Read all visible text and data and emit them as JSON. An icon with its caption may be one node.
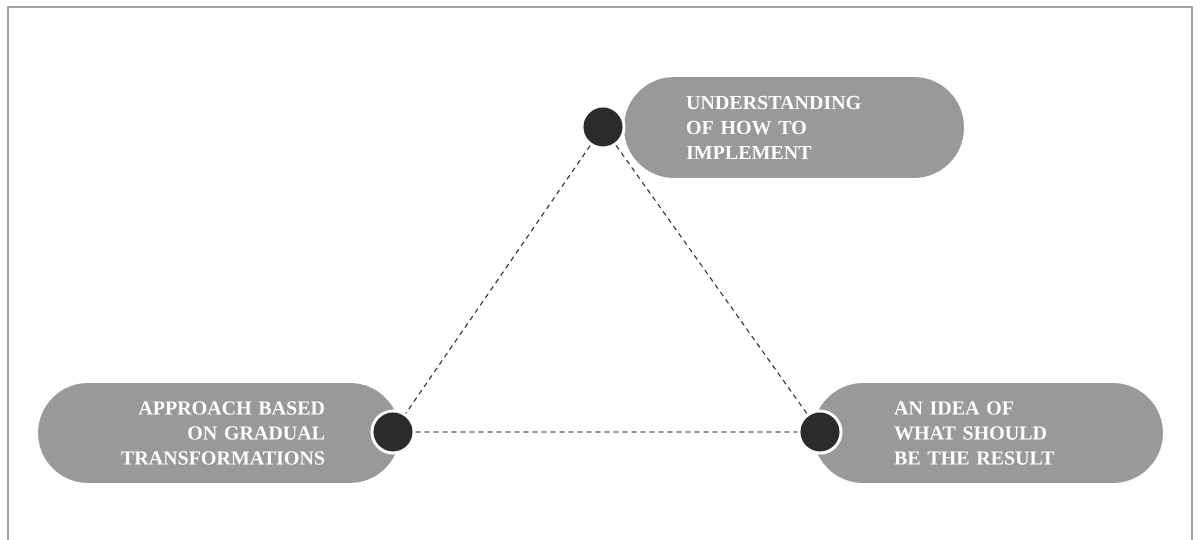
{
  "diagram": {
    "nodes": [
      {
        "text": [
          "UNDERSTANDING OF HOW TO IMPLEMENT"
        ]
      },
      {
        "text": [
          "APPROACH BASED ON GRADUAL TRANSFORMATIONS"
        ]
      },
      {
        "text": [
          "AN IDEA OF WHAT SHOULD BE THE RESULT"
        ]
      },
      {
        "text": [],
        "shape": "circle"
      },
      {
        "text": [],
        "shape": "circle"
      },
      {
        "text": [],
        "shape": "circle"
      }
    ],
    "edges": [
      {
        "from": 3,
        "to": 4,
        "arrow": "none",
        "style": "dashed"
      },
      {
        "from": 3,
        "to": 5,
        "arrow": "none",
        "style": "dashed"
      },
      {
        "from": 4,
        "to": 5,
        "arrow": "none",
        "style": "dashed"
      }
    ]
  }
}
